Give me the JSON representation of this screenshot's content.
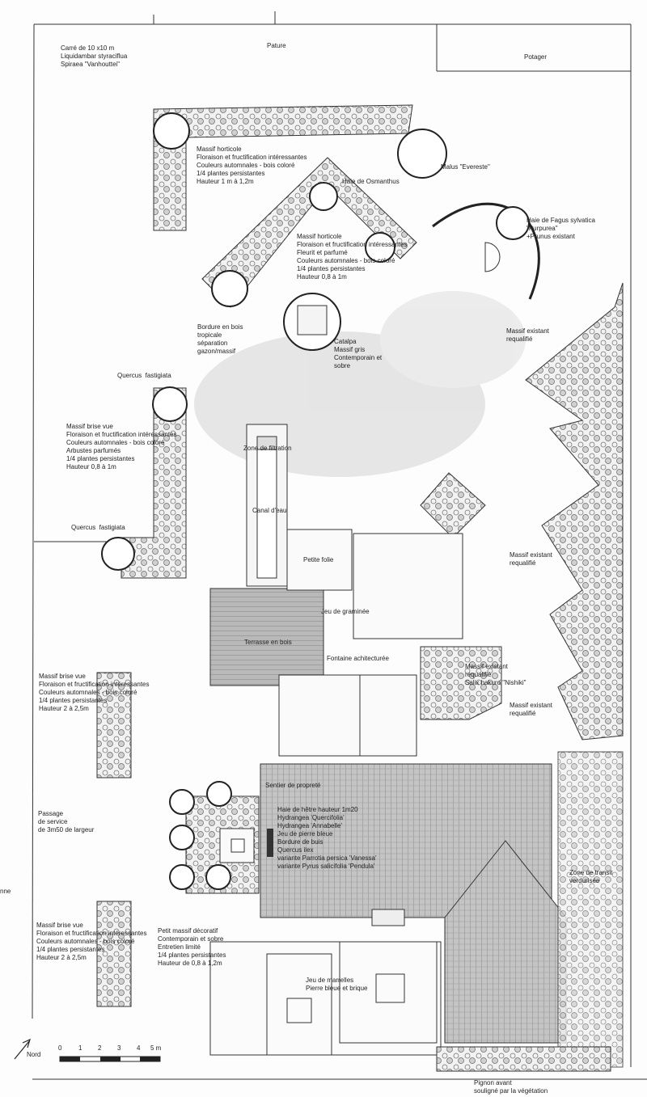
{
  "plan": {
    "top_left": {
      "lines": [
        "Carré de 10 x10 m",
        "Liquidambar styraciflua",
        "Spiraea \"Vanhouttei\""
      ]
    },
    "pature": "Pature",
    "potager": "Potager",
    "massif_horticole_1": {
      "lines": [
        "Massif horticole",
        "Floraison et fructification intéressantes",
        "Couleurs automnales - bois coloré",
        "1/4 plantes persistantes",
        "Hauteur 1 m à 1,2m"
      ]
    },
    "haie_osmanthus": "Haie de Osmanthus",
    "malus": "Malus \"Evereste\"",
    "haie_fagus": {
      "lines": [
        "Haie de Fagus sylvatica",
        "\"Purpurea\"",
        "+Prunus existant"
      ]
    },
    "massif_horticole_2": {
      "lines": [
        "Massif horticole",
        "Floraison et fructification intéressantes",
        "Fleurit et parfumé",
        "Couleurs automnales - bois coloré",
        "1/4 plantes persistantes",
        "Hauteur 0,8 à 1m"
      ]
    },
    "bordure_bois": {
      "lines": [
        "Bordure en bois",
        "tropicale",
        "séparation",
        "gazon/massif"
      ]
    },
    "catalpa": {
      "lines": [
        "Catalpa",
        "Massif gris",
        "Contemporain et",
        "sobre"
      ]
    },
    "massif_existant_1": {
      "lines": [
        "Massif existant",
        "requalifié"
      ]
    },
    "quercus_1": "Quercus  fastigiata",
    "massif_brise_vue_1": {
      "lines": [
        "Massif brise vue",
        "Floraison et fructification intéressantes",
        "Couleurs automnales - bois coloré",
        "Arbustes parfumés",
        "1/4 plantes persistantes",
        "Hauteur 0,8 à 1m"
      ]
    },
    "zone_filtration": "Zone de filtration",
    "canal": "Canal d'eau",
    "quercus_2": "Quercus  fastigiata",
    "petite_folie": "Petite folie",
    "massif_existant_2": {
      "lines": [
        "Massif existant",
        "requalifié"
      ]
    },
    "jeu_graminee": "Jeu de graminée",
    "terrasse": "Terrasse en bois",
    "fontaine": "Fontaine achitecturée",
    "massif_existant_3": {
      "lines": [
        "Massif existant",
        "requalifié",
        "Salix hakuro \"Nishiki\""
      ]
    },
    "massif_brise_vue_2": {
      "lines": [
        "Massif brise vue",
        "Floraison et fructification intéressantes",
        "Couleurs automnales - bois coloré",
        "1/4 plantes persistantes",
        "Hauteur 2 à 2,5m"
      ]
    },
    "massif_existant_4": {
      "lines": [
        "Massif existant",
        "requalifié"
      ]
    },
    "sentier": "Sentier de propreté",
    "haie_hetre": {
      "lines": [
        "Haie de hêtre hauteur 1m20",
        "Hydrangea 'Quercifolia'",
        "Hydrangea 'Annabelle'",
        "Jeu de pierre bleue",
        "Bordure de buis",
        "Quercus ilex",
        "variante Parrotia persica 'Vanessa'",
        "variante Pyrus salicifolia 'Pendula'"
      ]
    },
    "passage": {
      "lines": [
        "Passage",
        "de service",
        "de 3m50 de largeur"
      ]
    },
    "zone_transit": {
      "lines": [
        "Zone de transit",
        "verdurisée"
      ]
    },
    "left_edge": "nne",
    "massif_brise_vue_3": {
      "lines": [
        "Massif brise vue",
        "Floraison et fructification intéressantes",
        "Couleurs automnales - bois coloré",
        "1/4 plantes persistantes",
        "Hauteur 2 à 2,5m"
      ]
    },
    "petit_massif": {
      "lines": [
        "Petit massif décoratif",
        "Contemporain et sobre",
        "Entretien limité",
        "1/4 plantes persistantes",
        "Hauteur de 0,8 à 1,2m"
      ]
    },
    "jeu_marrelles": {
      "lines": [
        "Jeu de marrelles",
        "Pierre bleue et brique"
      ]
    },
    "nord": "Nord",
    "scale": {
      "ticks": [
        "0",
        "1",
        "2",
        "3",
        "4",
        "5 m"
      ]
    },
    "pignon": {
      "lines": [
        "Pignon avant",
        "souligné par la végétation"
      ]
    }
  },
  "colors": {
    "ink": "#222222",
    "hatch": "#9a9a9a",
    "paper": "#fdfdfd"
  }
}
